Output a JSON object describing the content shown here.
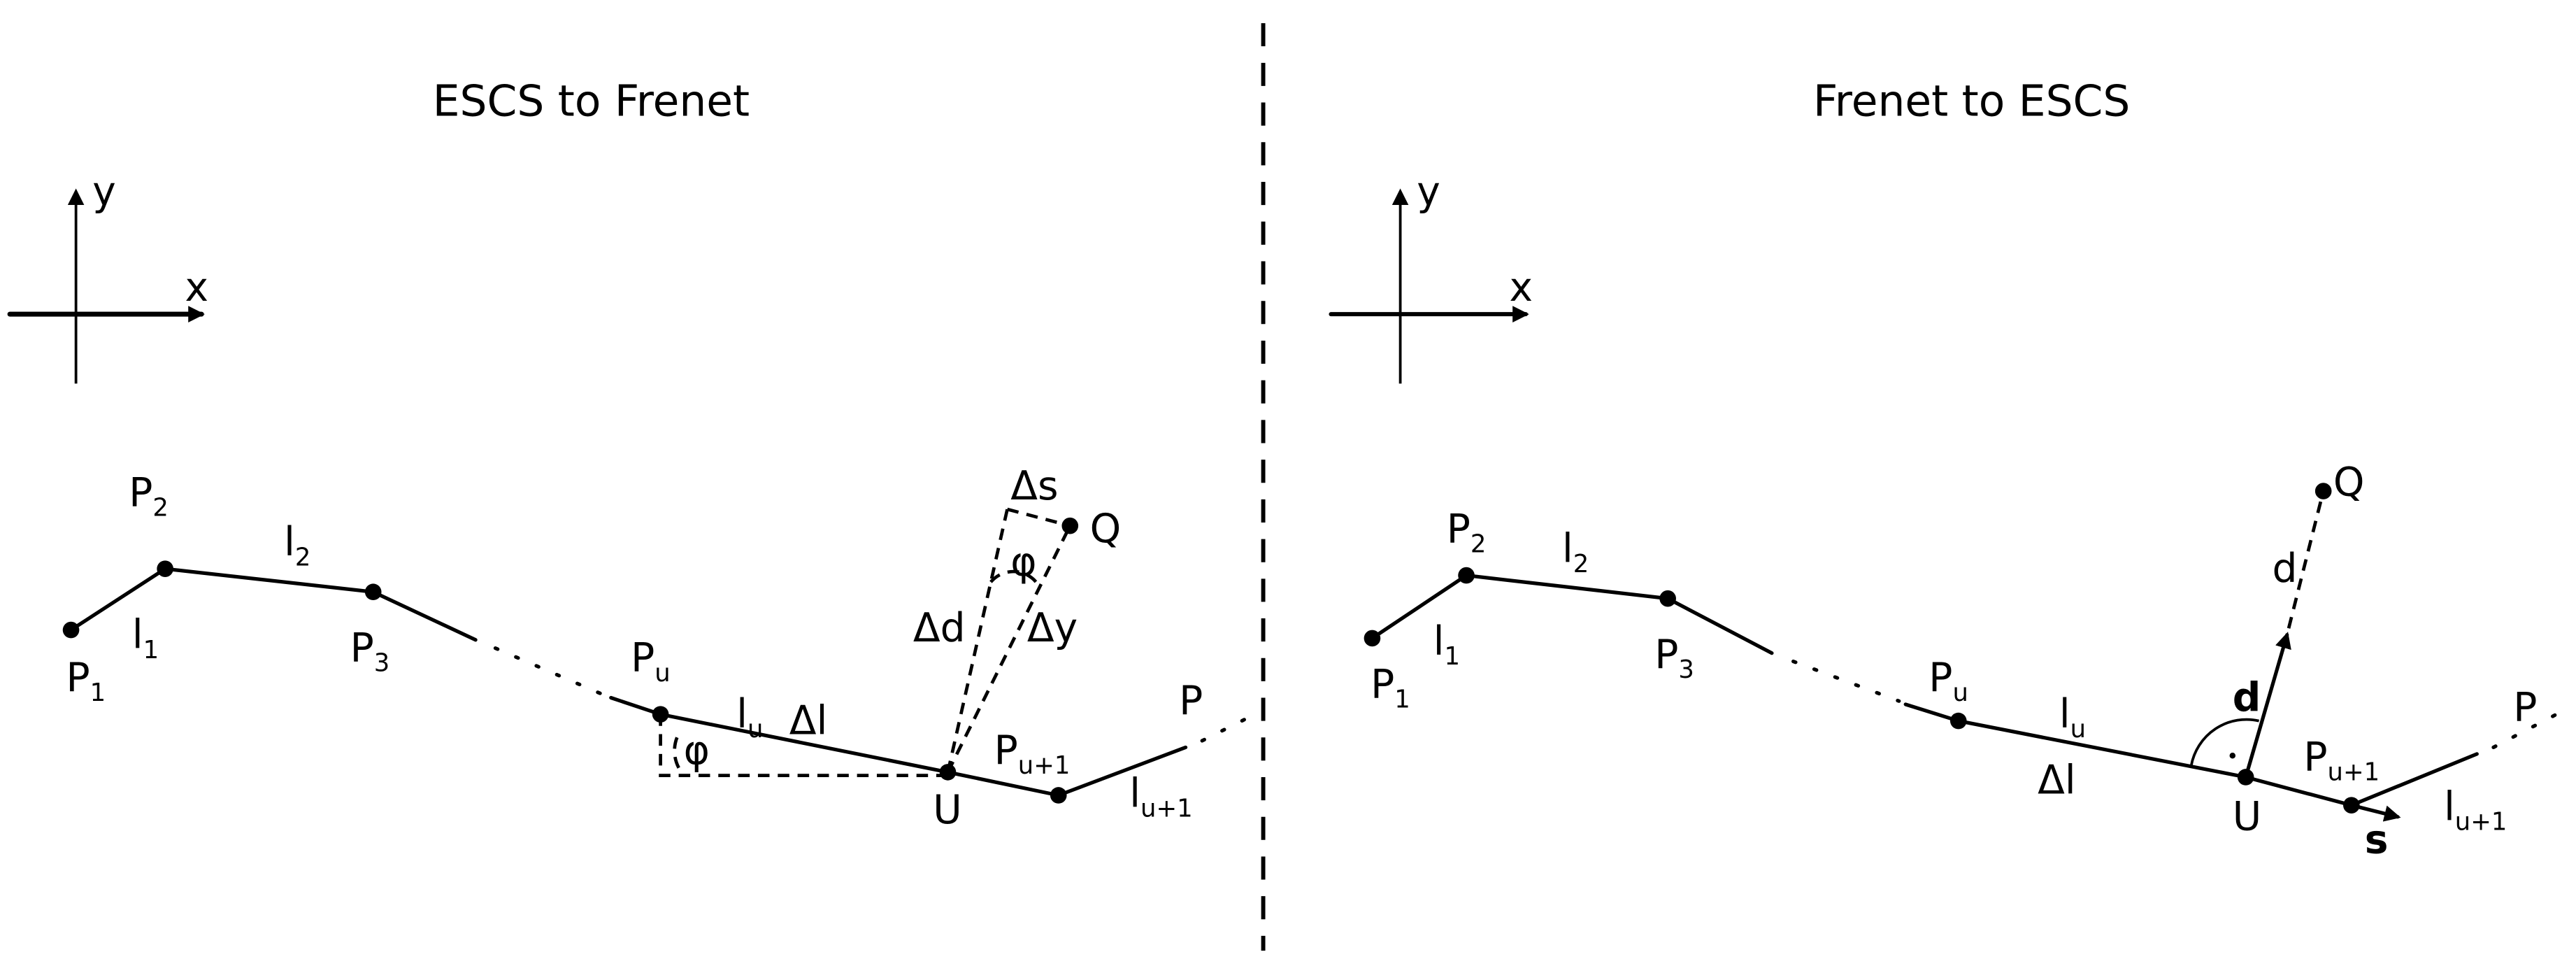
{
  "left": {
    "title": "ESCS to Frenet",
    "axes": {
      "x": "x",
      "y": "y"
    },
    "points": {
      "p1": {
        "base": "P",
        "sub": "1"
      },
      "p2": {
        "base": "P",
        "sub": "2"
      },
      "p3": {
        "base": "P",
        "sub": "3"
      },
      "pu": {
        "base": "P",
        "sub": "u"
      },
      "pu1": {
        "base": "P",
        "sub": "u+1"
      },
      "p_end": {
        "base": "P",
        "sub": ""
      },
      "u": "U",
      "q": "Q"
    },
    "segments": {
      "l1": {
        "base": "l",
        "sub": "1"
      },
      "l2": {
        "base": "l",
        "sub": "2"
      },
      "lu": {
        "base": "l",
        "sub": "u"
      },
      "lu1": {
        "base": "l",
        "sub": "u+1"
      }
    },
    "delta_l": "Δl",
    "delta_s": "Δs",
    "delta_d": "Δd",
    "delta_y": "Δy",
    "phi": "φ"
  },
  "right": {
    "title": "Frenet to ESCS",
    "axes": {
      "x": "x",
      "y": "y"
    },
    "points": {
      "p1": {
        "base": "P",
        "sub": "1"
      },
      "p2": {
        "base": "P",
        "sub": "2"
      },
      "p3": {
        "base": "P",
        "sub": "3"
      },
      "pu": {
        "base": "P",
        "sub": "u"
      },
      "pu1": {
        "base": "P",
        "sub": "u+1"
      },
      "p_end": {
        "base": "P",
        "sub": ""
      },
      "u": "U",
      "q": "Q"
    },
    "segments": {
      "l1": {
        "base": "l",
        "sub": "1"
      },
      "l2": {
        "base": "l",
        "sub": "2"
      },
      "lu": {
        "base": "l",
        "sub": "u"
      },
      "lu1": {
        "base": "l",
        "sub": "u+1"
      }
    },
    "delta_l": "Δl",
    "d_scalar": "d",
    "d_vector": "d",
    "s_vector": "s"
  }
}
